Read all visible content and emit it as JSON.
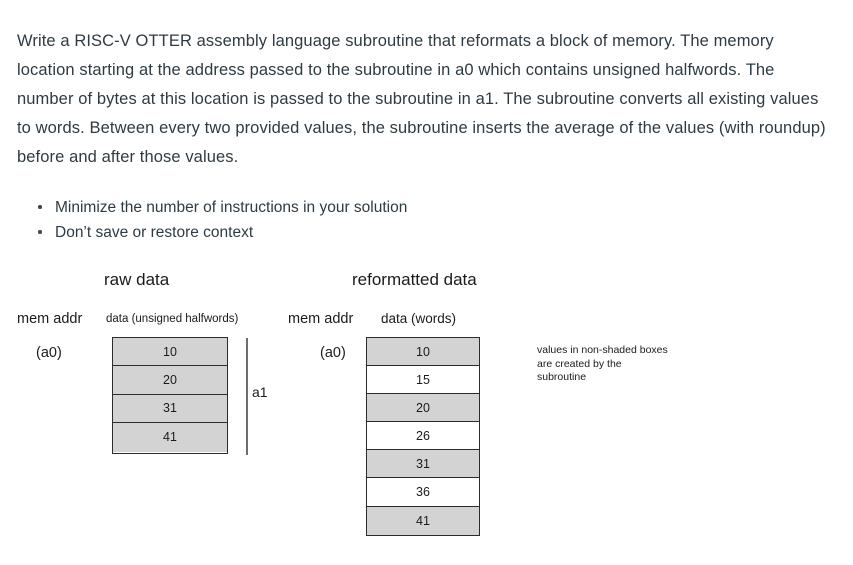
{
  "prompt": {
    "paragraph": "Write a RISC-V OTTER assembly language subroutine that reformats a block of memory. The memory location starting at the address passed to the subroutine in a0 which contains unsigned halfwords. The number of bytes at this location is passed to the subroutine in a1. The subroutine converts all existing values to words. Between every two provided values, the subroutine inserts the average of the values (with roundup) before and after those values.",
    "requirements": [
      "Minimize the number of instructions in your solution",
      "Don’t save or restore context"
    ]
  },
  "diagram": {
    "raw": {
      "title": "raw data",
      "addr_header": "mem addr",
      "data_header": "data (unsigned halfwords)",
      "base_pointer_label": "(a0)",
      "span_label": "a1",
      "cells": [
        {
          "value": "10",
          "shaded": true
        },
        {
          "value": "20",
          "shaded": true
        },
        {
          "value": "31",
          "shaded": true
        },
        {
          "value": "41",
          "shaded": true
        }
      ]
    },
    "reformatted": {
      "title": "reformatted data",
      "addr_header": "mem addr",
      "data_header": "data  (words)",
      "base_pointer_label": "(a0)",
      "cells": [
        {
          "value": "10",
          "shaded": true
        },
        {
          "value": "15",
          "shaded": false
        },
        {
          "value": "20",
          "shaded": true
        },
        {
          "value": "26",
          "shaded": false
        },
        {
          "value": "31",
          "shaded": true
        },
        {
          "value": "36",
          "shaded": false
        },
        {
          "value": "41",
          "shaded": true
        }
      ]
    },
    "note": {
      "line1": "values in non-shaded boxes",
      "line2": "are created by the",
      "line3": "subroutine"
    }
  },
  "colors": {
    "text": "#2e3b43",
    "diagram_text": "#1b1b1b",
    "shaded_cell": "#d3d3d3",
    "border": "#2c2c2c",
    "span_bar": "#6e6e6e"
  }
}
